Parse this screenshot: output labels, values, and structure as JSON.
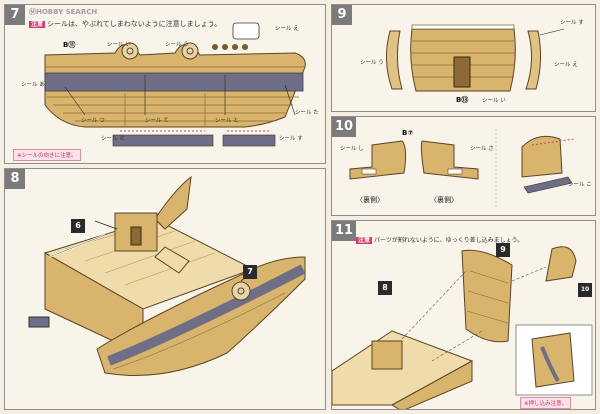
{
  "watermark": "ⓂHOBBY SEARCH",
  "step7": {
    "number": "7",
    "tag": "注意",
    "note": "シールは、やぶれてしまわないように注意しましょう。",
    "part_label": "B⑪",
    "bottom_note": "※シールの向きに注意。",
    "seal_labels": [
      "シール あ",
      "シール い",
      "シール う",
      "シール え",
      "シール つ",
      "シール て",
      "シール と",
      "シール た",
      "シール せ",
      "シール す"
    ]
  },
  "step8": {
    "number": "8",
    "part_6": "6",
    "part_7": "7"
  },
  "step9": {
    "number": "9",
    "part_label": "B⑬",
    "seal_labels": [
      "シール す",
      "シール う",
      "シール え",
      "シール い"
    ]
  },
  "step10": {
    "number": "10",
    "part_label": "B⑦",
    "caption_left": "〈裏側〉",
    "caption_right": "〈裏側〉",
    "seal_labels": [
      "シール し",
      "シール さ",
      "シール こ"
    ]
  },
  "step11": {
    "number": "11",
    "tag": "注意",
    "note": "パーツが割れないように、ゆっくり差し込みましょう。",
    "part_8": "8",
    "part_9": "9",
    "part_10": "10",
    "pink_note": "※押し込み注意。"
  }
}
